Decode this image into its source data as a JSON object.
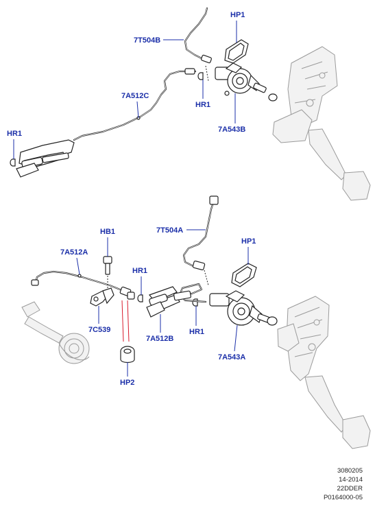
{
  "diagram": {
    "callouts": {
      "t7504b": "7T504B",
      "hp1_top": "HP1",
      "a7512c": "7A512C",
      "hr1_top_mid": "HR1",
      "hr1_top_left": "HR1",
      "a7543b": "7A543B",
      "t7504a": "7T504A",
      "hb1": "HB1",
      "a7512a": "7A512A",
      "hp1_bottom": "HP1",
      "hr1_bottom_top": "HR1",
      "c7539": "7C539",
      "a7512b": "7A512B",
      "hr1_bottom_low": "HR1",
      "a7543a": "7A543A",
      "hp2": "HP2"
    },
    "footer": {
      "line1": "3080205",
      "line2": "14-2014",
      "line3": "22DDER",
      "line4": "P0164000-05"
    },
    "colors": {
      "callout": "#1a2ea8",
      "highlight": "#d8192a"
    }
  }
}
